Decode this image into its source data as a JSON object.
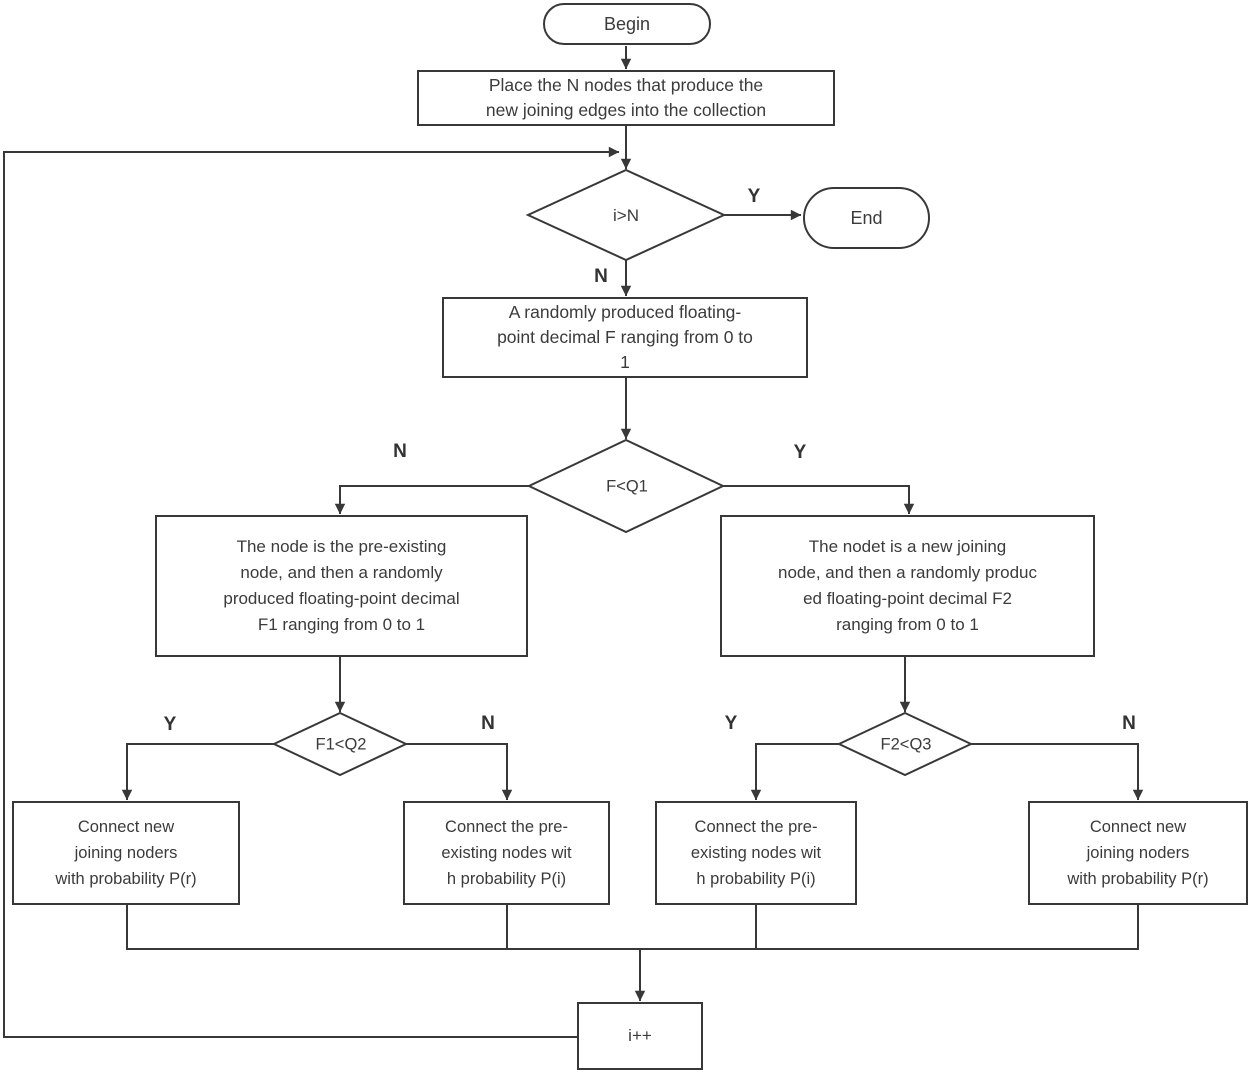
{
  "diagram": {
    "type": "flowchart",
    "colors": {
      "stroke": "#383838",
      "text": "#3b3b3b",
      "background": "#ffffff"
    },
    "nodes": {
      "begin": {
        "type": "terminator",
        "label": "Begin"
      },
      "place": {
        "type": "process",
        "label": "Place the N nodes that produce the\nnew joining edges into the collection"
      },
      "check_i": {
        "type": "decision",
        "label": "i>N"
      },
      "end": {
        "type": "terminator",
        "label": "End"
      },
      "rand_f": {
        "type": "process",
        "label": "A randomly produced floating-\npoint decimal F ranging from 0 to\n1"
      },
      "f_lt_q1": {
        "type": "decision",
        "label": "F<Q1"
      },
      "pre_existing": {
        "type": "process",
        "label": "The node is the pre-existing\nnode, and then a randomly\nproduced floating-point decimal\nF1 ranging from 0 to 1"
      },
      "new_joining": {
        "type": "process",
        "label": "The nodet is a new joining\nnode, and then a randomly produc\ned floating-point decimal F2\nranging from 0 to 1"
      },
      "f1_lt_q2": {
        "type": "decision",
        "label": "F1<Q2"
      },
      "f2_lt_q3": {
        "type": "decision",
        "label": "F2<Q3"
      },
      "connect_new_left": {
        "type": "process",
        "label": "Connect new\njoining noders\nwith probability P(r)"
      },
      "connect_pre_left": {
        "type": "process",
        "label": "Connect the pre-\nexisting nodes wit\nh probability P(i)"
      },
      "connect_pre_right": {
        "type": "process",
        "label": "Connect the pre-\nexisting nodes wit\nh probability P(i)"
      },
      "connect_new_right": {
        "type": "process",
        "label": "Connect new\njoining noders\nwith probability P(r)"
      },
      "increment": {
        "type": "process",
        "label": "i++"
      }
    },
    "edge_labels": {
      "check_i_yes": "Y",
      "check_i_no": "N",
      "f_q1_no": "N",
      "f_q1_yes": "Y",
      "f1_q2_yes": "Y",
      "f1_q2_no": "N",
      "f2_q3_yes": "Y",
      "f2_q3_no": "N"
    }
  }
}
